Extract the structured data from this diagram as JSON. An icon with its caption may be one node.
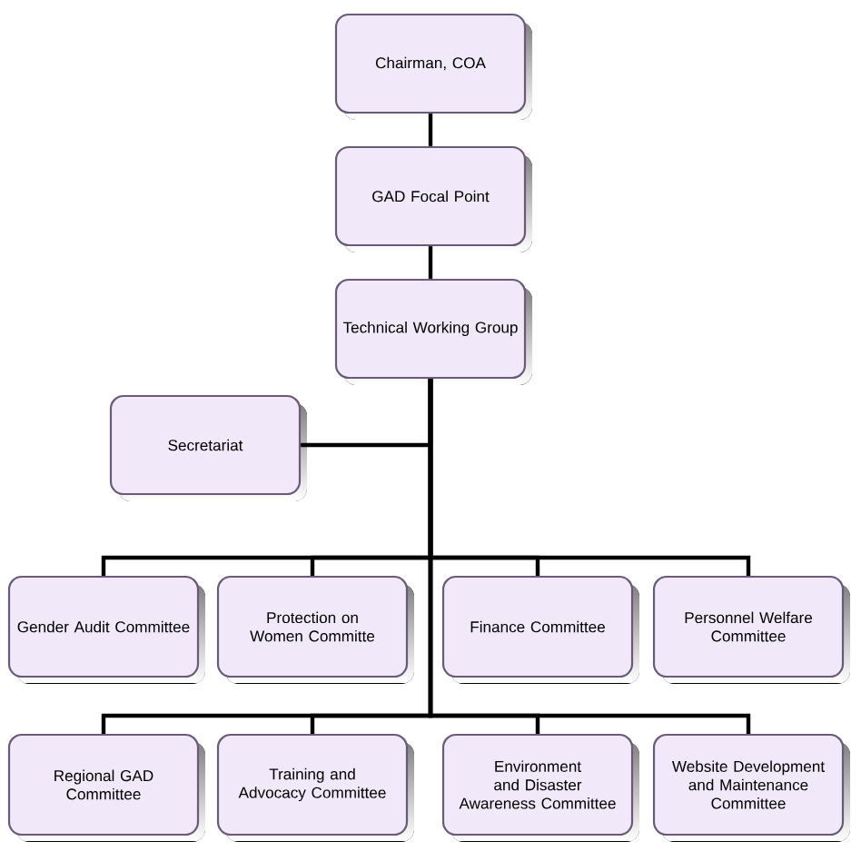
{
  "diagram": {
    "nodes": [
      {
        "text": [
          "Chairman, COA"
        ]
      },
      {
        "text": [
          "GAD Focal Point"
        ]
      },
      {
        "text": [
          "Technical Working Group"
        ]
      },
      {
        "text": [
          "Secretariat"
        ]
      },
      {
        "text": [
          "Gender Audit Committee"
        ]
      },
      {
        "text": [
          "Protection on Women Committe"
        ]
      },
      {
        "text": [
          "Finance Committee"
        ]
      },
      {
        "text": [
          "Personnel Welfare Committee"
        ]
      },
      {
        "text": [
          "Regional GAD Committee"
        ]
      },
      {
        "text": [
          "Training and Advocacy Committee"
        ]
      },
      {
        "text": [
          "Environment and Disaster Awareness Committee"
        ]
      },
      {
        "text": [
          "Website Development and Maintenance Committee"
        ]
      }
    ],
    "edges": [
      {
        "from": 0,
        "to": 1,
        "arrow": "none"
      },
      {
        "from": 1,
        "to": 2,
        "arrow": "none"
      },
      {
        "from": 2,
        "to": 3,
        "arrow": "none"
      },
      {
        "from": 2,
        "to": 4,
        "arrow": "none"
      },
      {
        "from": 2,
        "to": 5,
        "arrow": "none"
      },
      {
        "from": 2,
        "to": 6,
        "arrow": "none"
      },
      {
        "from": 2,
        "to": 7,
        "arrow": "none"
      },
      {
        "from": 2,
        "to": 8,
        "arrow": "none"
      },
      {
        "from": 2,
        "to": 9,
        "arrow": "none"
      },
      {
        "from": 2,
        "to": 10,
        "arrow": "none"
      },
      {
        "from": 2,
        "to": 11,
        "arrow": "none"
      }
    ]
  }
}
